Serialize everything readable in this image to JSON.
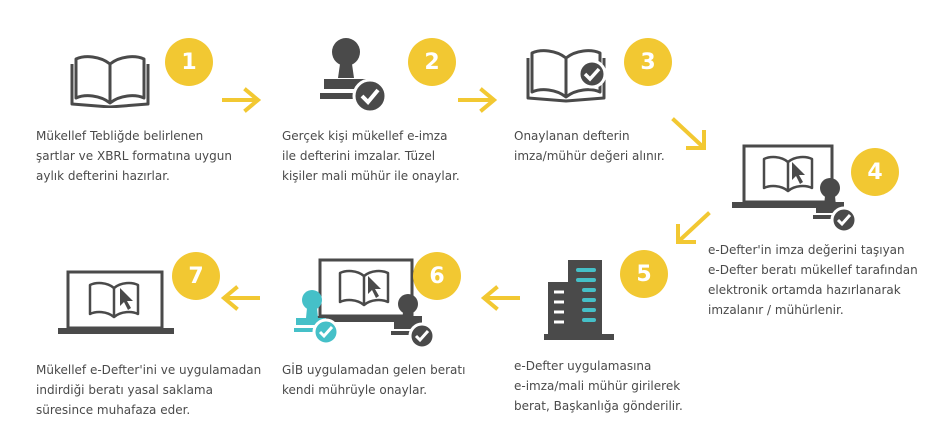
{
  "colors": {
    "accent": "#f2c832",
    "dark": "#4a4a4a",
    "teal": "#45c0c8"
  },
  "steps": [
    {
      "number": "1",
      "icon": "open-book-icon",
      "lines": [
        "Mükellef Tebliğde belirlenen",
        "şartlar ve XBRL formatına uygun",
        "aylık defterini hazırlar."
      ]
    },
    {
      "number": "2",
      "icon": "stamp-check-icon",
      "lines": [
        "Gerçek kişi mükellef e-imza",
        "ile defterini imzalar. Tüzel",
        "kişiler mali mühür ile onaylar."
      ]
    },
    {
      "number": "3",
      "icon": "book-check-icon",
      "lines": [
        "Onaylanan defterin",
        "imza/mühür değeri alınır."
      ]
    },
    {
      "number": "4",
      "icon": "laptop-book-stamp-icon",
      "lines": [
        "e-Defter'in imza değerini taşıyan",
        "e-Defter beratı mükellef tarafından",
        "elektronik ortamda hazırlanarak",
        "imzalanır / mühürlenir."
      ]
    },
    {
      "number": "5",
      "icon": "building-icon",
      "lines": [
        "e-Defter uygulamasına",
        "e-imza/mali mühür girilerek",
        "berat, Başkanlığa gönderilir."
      ]
    },
    {
      "number": "6",
      "icon": "laptop-two-stamps-icon",
      "lines": [
        "GİB uygulamadan gelen beratı",
        "kendi mührüyle onaylar."
      ]
    },
    {
      "number": "7",
      "icon": "laptop-book-icon",
      "lines": [
        "Mükellef e-Defter'ini ve uygulamadan",
        "indirdiği beratı yasal saklama",
        "süresince muhafaza eder."
      ]
    }
  ]
}
